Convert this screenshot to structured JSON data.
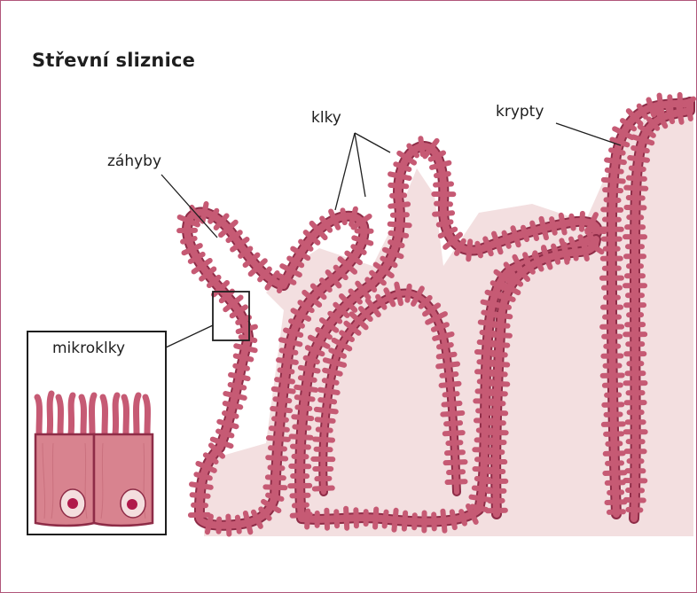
{
  "title": "Střevní sliznice",
  "labels": {
    "folds": "záhyby",
    "villi": "klky",
    "crypts": "krypty",
    "microvilli": "mikroklky"
  },
  "colors": {
    "frame": "#b0567a",
    "tissue_fill": "#f3dfe0",
    "epithelium": "#c65a74",
    "epithelium_edge": "#8e2c47",
    "cell_fill": "#d8838f",
    "nucleus_outer": "#f4dede",
    "nucleus_inner": "#b0194a"
  }
}
